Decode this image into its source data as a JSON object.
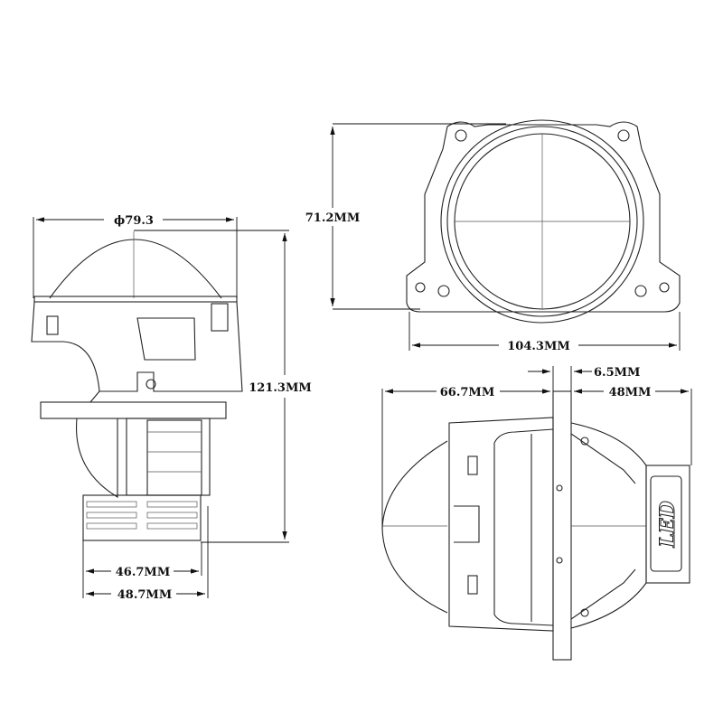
{
  "drawing": {
    "front_view": {
      "height_label": "71.2MM",
      "width_label": "104.3MM"
    },
    "side_view": {
      "diameter_label": "ϕ79.3",
      "height_label": "121.3MM",
      "base_width_label_1": "46.7MM",
      "base_width_label_2": "48.7MM"
    },
    "top_view": {
      "front_length_label": "66.7MM",
      "flange_thickness_label": "6.5MM",
      "rear_length_label": "48MM",
      "product_marking": "LED"
    },
    "line_color": "#222222"
  }
}
